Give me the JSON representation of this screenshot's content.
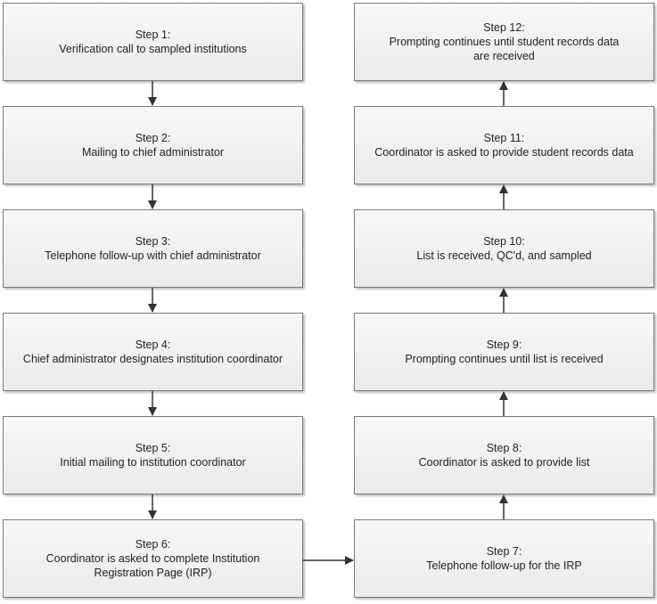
{
  "steps": [
    {
      "label": "Step 1:",
      "text": "Verification call to sampled institutions"
    },
    {
      "label": "Step 2:",
      "text": "Mailing to chief administrator"
    },
    {
      "label": "Step 3:",
      "text": "Telephone follow-up with chief administrator"
    },
    {
      "label": "Step 4:",
      "text": "Chief administrator designates institution coordinator"
    },
    {
      "label": "Step 5:",
      "text": "Initial mailing to institution coordinator"
    },
    {
      "label": "Step 6:",
      "text": "Coordinator is asked to complete Institution\nRegistration Page (IRP)"
    },
    {
      "label": "Step 7:",
      "text": "Telephone follow-up for the IRP"
    },
    {
      "label": "Step 8:",
      "text": "Coordinator is asked to provide list"
    },
    {
      "label": "Step 9:",
      "text": "Prompting continues until list is received"
    },
    {
      "label": "Step 10:",
      "text": "List is received, QC'd, and sampled"
    },
    {
      "label": "Step 11:",
      "text": "Coordinator is asked to provide student records data"
    },
    {
      "label": "Step 12:",
      "text": "Prompting continues until student records data\nare received"
    }
  ]
}
